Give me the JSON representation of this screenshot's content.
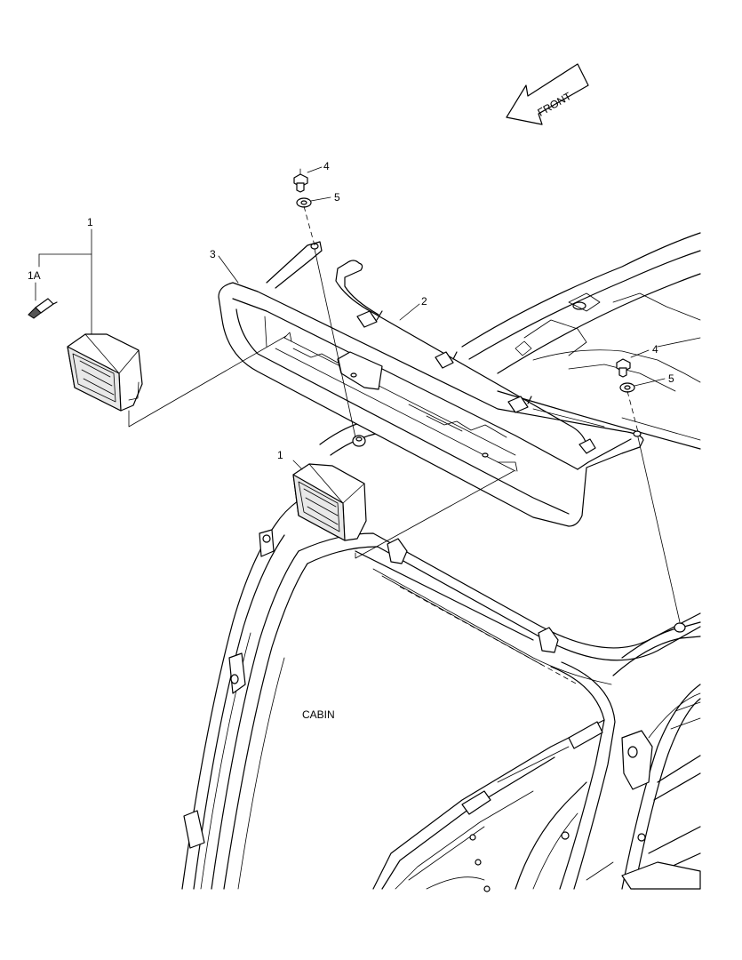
{
  "labels": {
    "front": "FRONT",
    "cabin": "CABIN",
    "item_1": "1",
    "item_1a": "1A",
    "item_2": "2",
    "item_3": "3",
    "item_4": "4",
    "item_5": "5"
  }
}
